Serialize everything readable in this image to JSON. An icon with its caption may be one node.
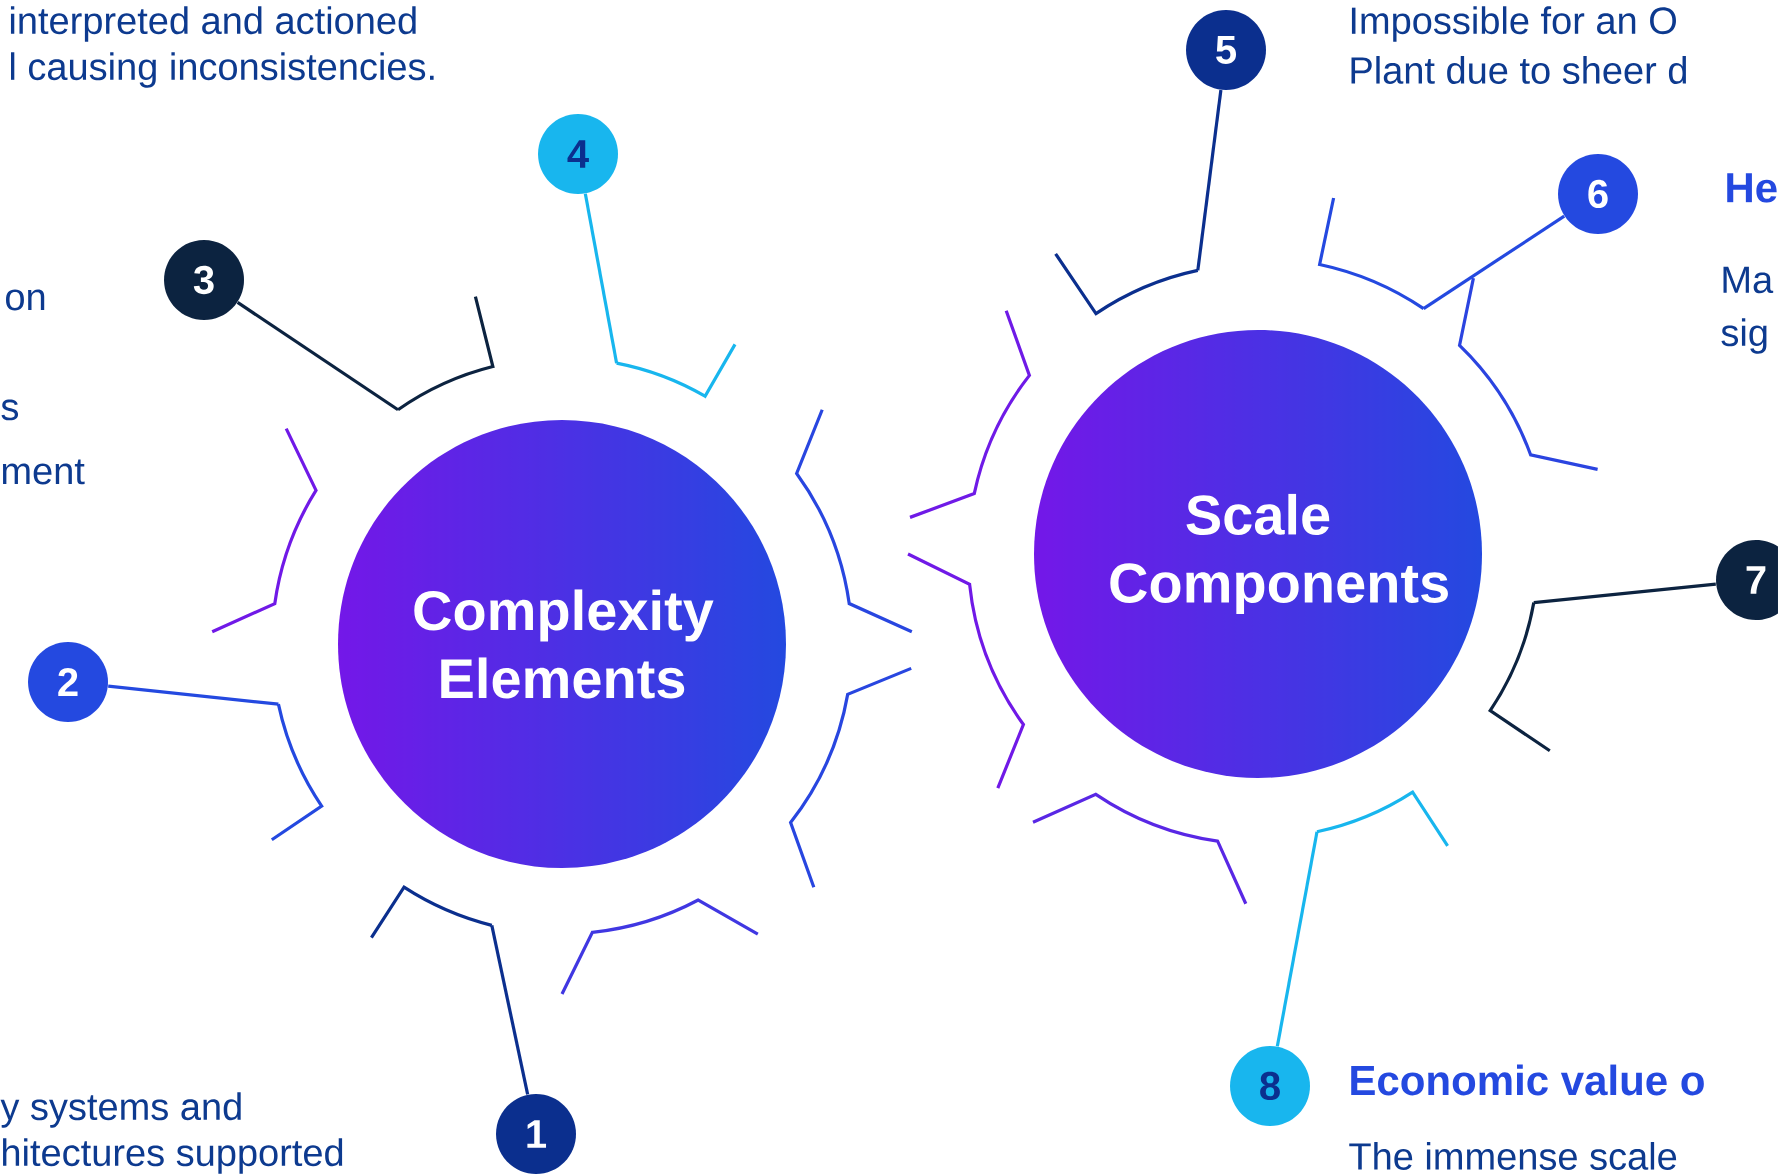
{
  "diagram": {
    "nodes": [
      {
        "text": [
          "Complexity Elements"
        ]
      },
      {
        "text": [
          "Scale Components"
        ]
      },
      {
        "text": [
          "1"
        ]
      },
      {
        "text": [
          "2"
        ]
      },
      {
        "text": [
          "3"
        ]
      },
      {
        "text": [
          "4"
        ]
      },
      {
        "text": [
          "5"
        ]
      },
      {
        "text": [
          "6"
        ]
      },
      {
        "text": [
          "7"
        ]
      },
      {
        "text": [
          "8"
        ]
      },
      {
        "text": [],
        "shape": "bracket"
      },
      {
        "text": [],
        "shape": "bracket"
      },
      {
        "text": [],
        "shape": "bracket"
      },
      {
        "text": [],
        "shape": "bracket"
      },
      {
        "text": [],
        "shape": "bracket"
      },
      {
        "text": [],
        "shape": "bracket"
      },
      {
        "text": [],
        "shape": "bracket"
      },
      {
        "text": [],
        "shape": "bracket"
      }
    ],
    "edges": [
      {
        "from": 2,
        "to": 10,
        "arrow": "none",
        "color": "#0b2f8e"
      },
      {
        "from": 3,
        "to": 11,
        "arrow": "none",
        "color": "#2449e0"
      },
      {
        "from": 4,
        "to": 12,
        "arrow": "none",
        "color": "#0c2340"
      },
      {
        "from": 5,
        "to": 13,
        "arrow": "none",
        "color": "#18b6ee"
      },
      {
        "from": 6,
        "to": 14,
        "arrow": "none",
        "color": "#0b2f8e"
      },
      {
        "from": 7,
        "to": 15,
        "arrow": "none",
        "color": "#2449e0"
      },
      {
        "from": 8,
        "to": 16,
        "arrow": "none",
        "color": "#0c2340"
      },
      {
        "from": 9,
        "to": 17,
        "arrow": "none",
        "color": "#18b6ee"
      }
    ],
    "labels": [
      "interpreted and actioned",
      "l causing inconsistencies.",
      "Impossible for an O",
      "Plant due to sheer d",
      "He",
      "on",
      "Ma",
      "sig",
      "s",
      "ment",
      "Economic value o",
      "y systems and",
      "The immense scale",
      "hitectures supported"
    ]
  }
}
